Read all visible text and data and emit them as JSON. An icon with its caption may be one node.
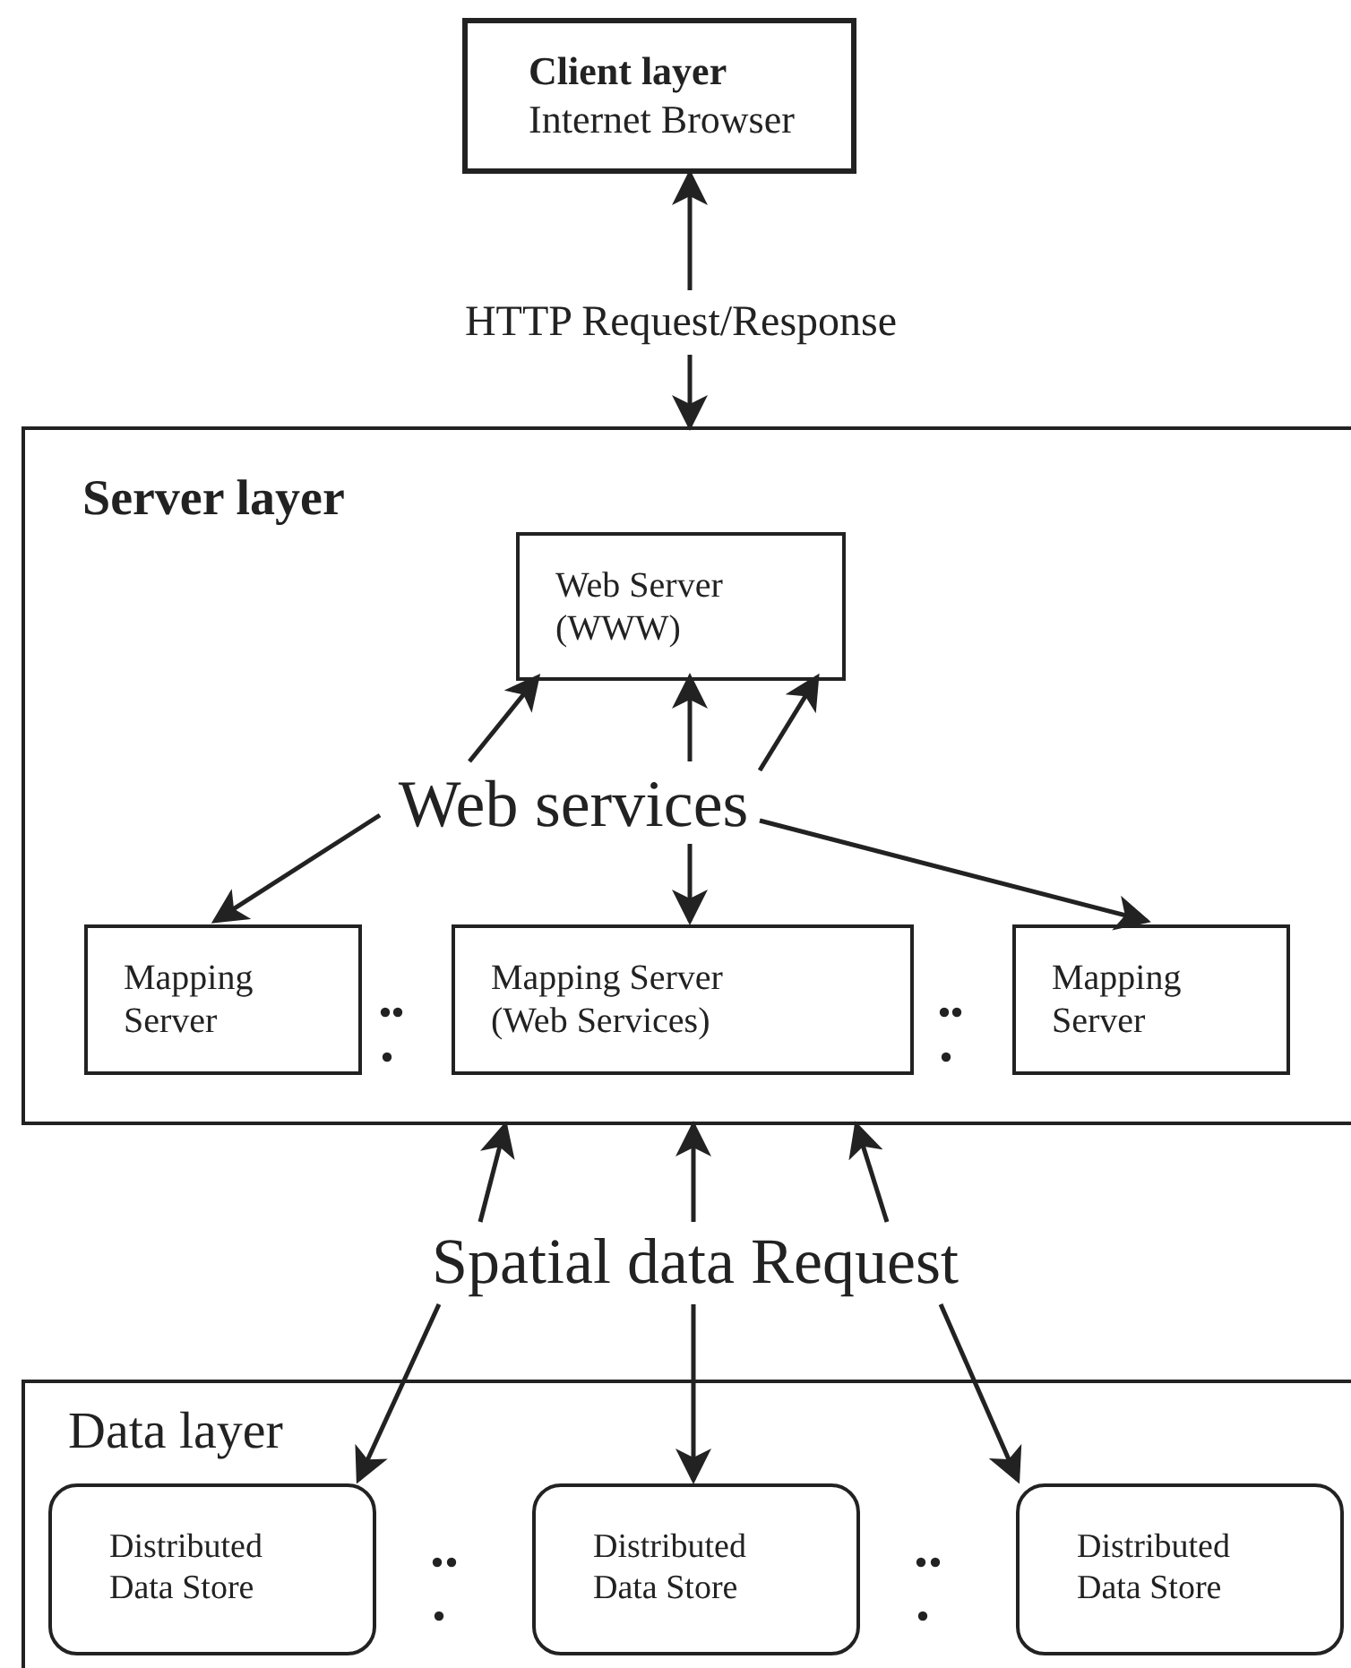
{
  "diagram": {
    "nodes": [
      {
        "text": [
          "Client layer",
          "Internet Browser"
        ]
      },
      {
        "text": [
          "HTTP Request/Response"
        ]
      },
      {
        "text": [
          "Server layer"
        ]
      },
      {
        "text": [
          "Web Server (WWW)"
        ],
        "in": 2
      },
      {
        "text": [
          "Web services"
        ],
        "in": 2
      },
      {
        "text": [
          "Mapping Server"
        ],
        "in": 2
      },
      {
        "text": [
          "Mapping Server (Web Services)"
        ],
        "in": 2
      },
      {
        "text": [
          "Mapping Server"
        ],
        "in": 2
      },
      {
        "text": [
          "Spatial data Request"
        ]
      },
      {
        "text": [
          "Data layer"
        ]
      },
      {
        "text": [
          "Distributed Data Store"
        ],
        "in": 9
      },
      {
        "text": [
          "Distributed Data Store"
        ],
        "in": 9
      },
      {
        "text": [
          "Distributed Data Store"
        ],
        "in": 9
      }
    ],
    "edges": [
      {
        "from": 1,
        "to": 0,
        "arrow": "to"
      },
      {
        "from": 1,
        "to": 2,
        "arrow": "to"
      },
      {
        "from": 4,
        "to": 3,
        "arrow": "to"
      },
      {
        "from": 4,
        "to": 3,
        "arrow": "to"
      },
      {
        "from": 4,
        "to": 3,
        "arrow": "to"
      },
      {
        "from": 4,
        "to": 5,
        "arrow": "to"
      },
      {
        "from": 4,
        "to": 6,
        "arrow": "to"
      },
      {
        "from": 4,
        "to": 7,
        "arrow": "to"
      },
      {
        "from": 8,
        "to": 2,
        "arrow": "to"
      },
      {
        "from": 8,
        "to": 2,
        "arrow": "to"
      },
      {
        "from": 8,
        "to": 2,
        "arrow": "to"
      },
      {
        "from": 8,
        "to": 10,
        "arrow": "to"
      },
      {
        "from": 8,
        "to": 11,
        "arrow": "to"
      },
      {
        "from": 8,
        "to": 12,
        "arrow": "to"
      }
    ]
  }
}
